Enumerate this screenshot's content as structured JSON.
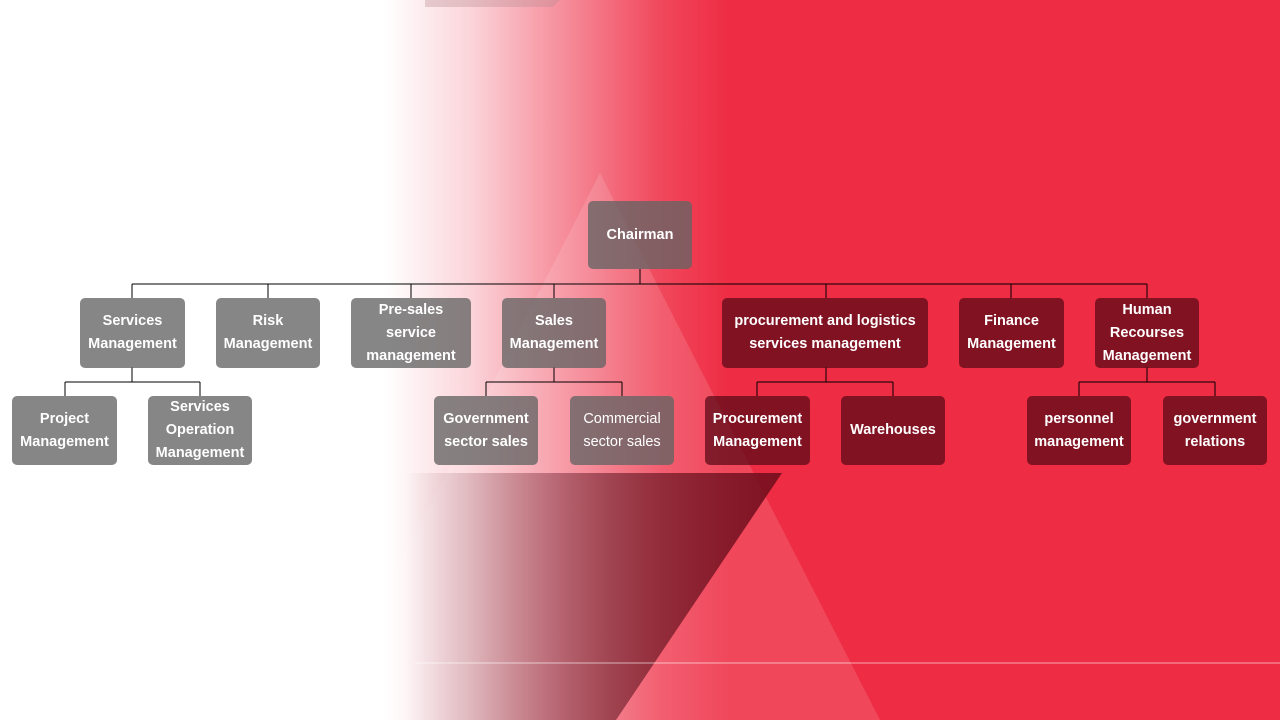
{
  "colors": {
    "accent_red": "#ee2c43",
    "node_grey": "#7b7b7b",
    "node_dark_red": "#6e1020"
  },
  "org_chart": {
    "root": "Chairman",
    "departments": [
      "Services Management",
      "Risk Management",
      "Pre-sales service management",
      "Sales Management",
      "procurement and logistics services management",
      "Finance Management",
      "Human Recourses Management"
    ],
    "sub_units": {
      "services": [
        "Project Management",
        "Services Operation Management"
      ],
      "sales": [
        "Government sector sales",
        "Commercial sector sales"
      ],
      "procurement": [
        "Procurement Management",
        "Warehouses"
      ],
      "human_resources": [
        "personnel management",
        "government relations"
      ]
    }
  }
}
